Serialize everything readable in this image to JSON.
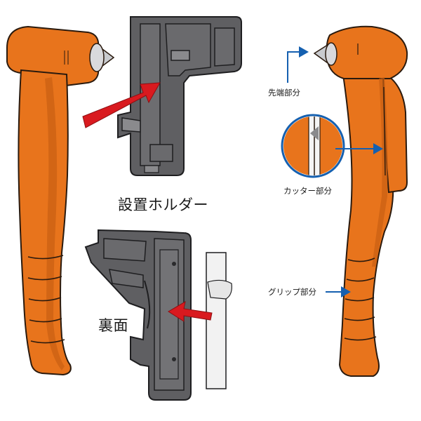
{
  "labels": {
    "holder": "設置ホルダー",
    "back_side": "裏面",
    "tip": "先端部分",
    "cutter": "カッター部分",
    "grip": "グリップ部分"
  },
  "colors": {
    "hammer_body": "#e8741c",
    "hammer_shade": "#c95f12",
    "hammer_outline": "#2a1a0e",
    "holder_body": "#5f5f62",
    "holder_light": "#8a8a8d",
    "holder_outline": "#1e1e20",
    "insert_arrow": "#d91a1f",
    "callout_arrow": "#1560b0",
    "metal_tip": "#c9cbcf"
  },
  "icons": {
    "insert_arrows": "red-insert-arrow",
    "callouts": "blue-callout-arrow"
  }
}
